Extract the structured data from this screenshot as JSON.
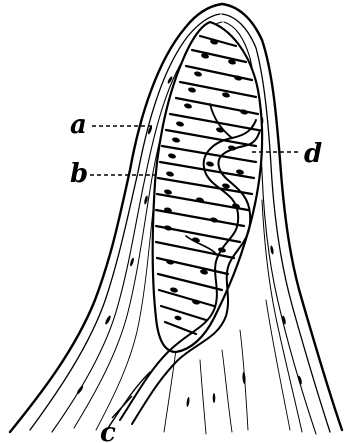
{
  "figure": {
    "labels": {
      "a": "a",
      "b": "b",
      "c": "c",
      "d": "d"
    }
  },
  "colors": {
    "ink": "#000000",
    "paper": "#ffffff"
  }
}
